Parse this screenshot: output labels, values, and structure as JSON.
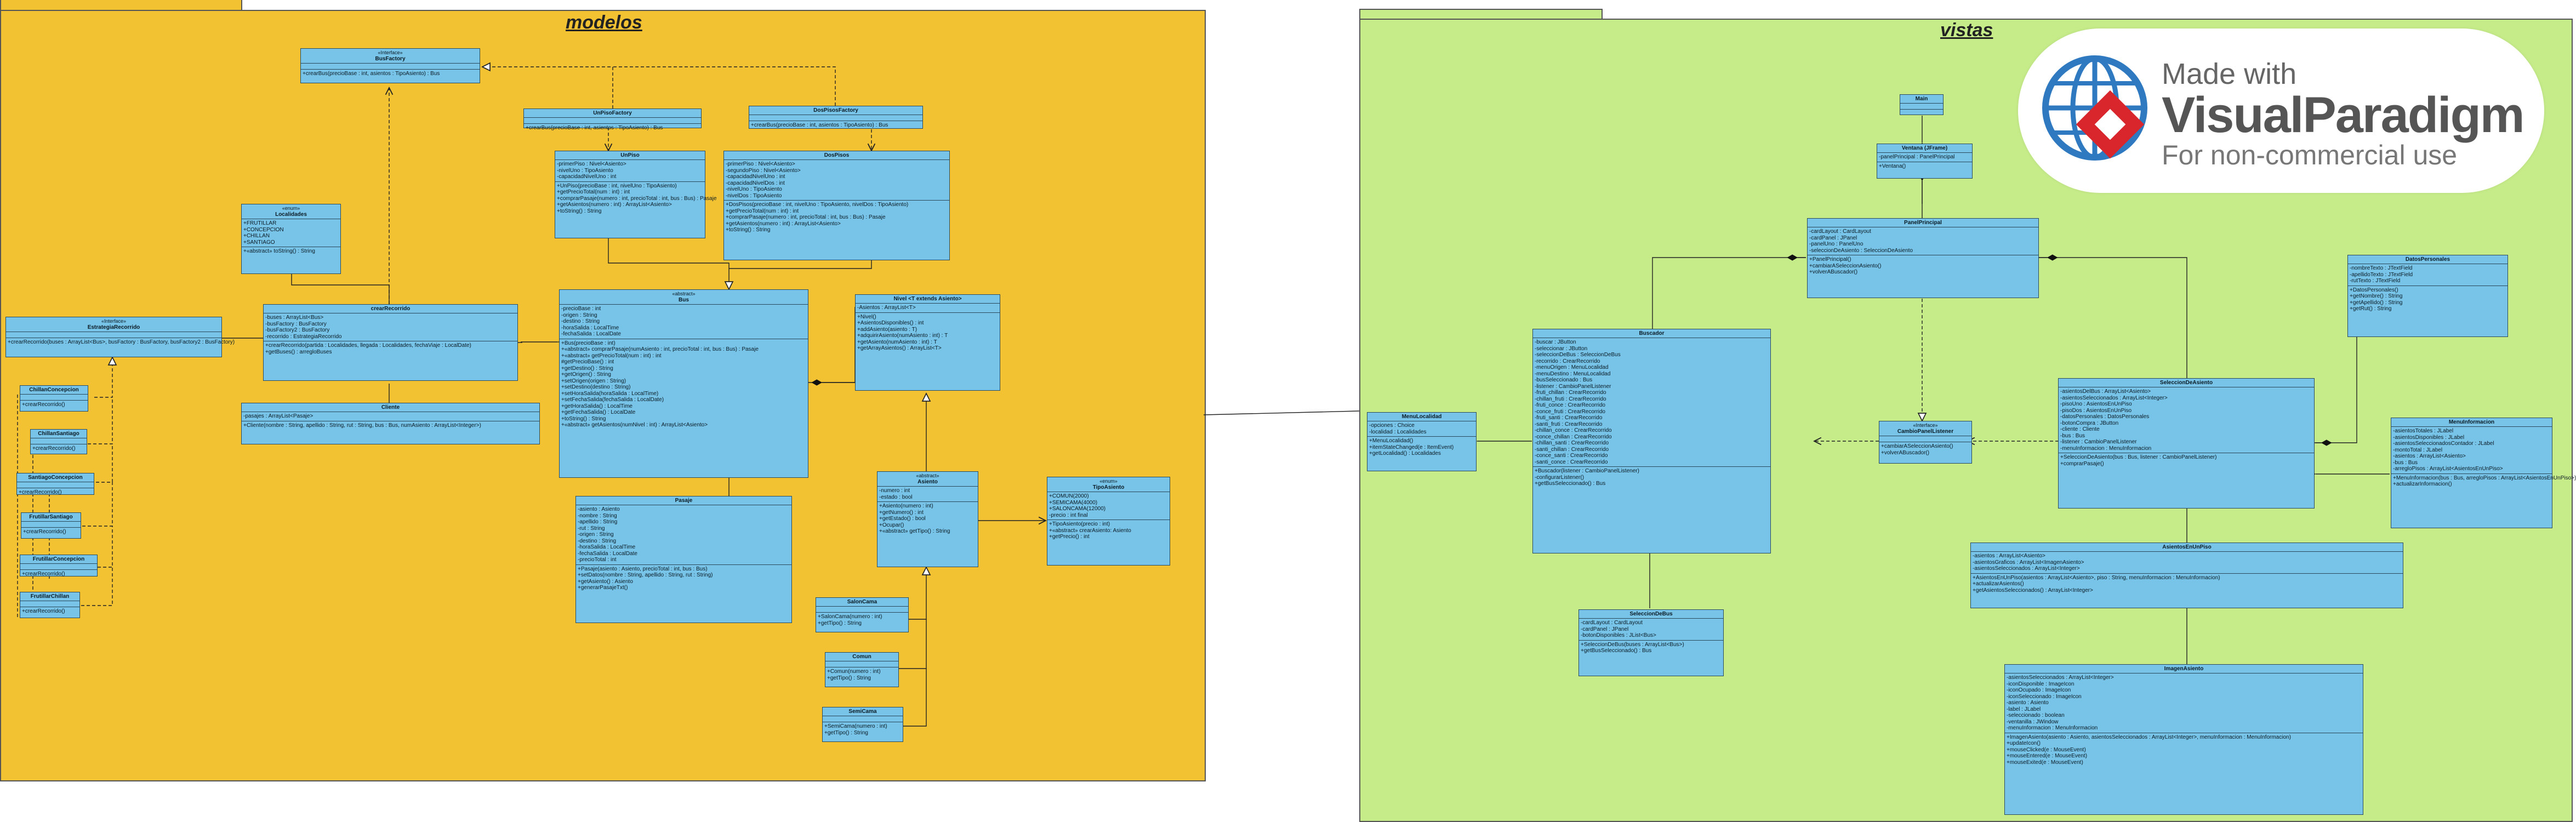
{
  "packages": {
    "modelos": "modelos",
    "vistas": "vistas"
  },
  "colors": {
    "modelos_bg": "#f2c232",
    "vistas_bg": "#c6ec8a",
    "class_fill": "#78c4e8",
    "class_border": "#2b4a5c"
  },
  "watermark": {
    "line1": "Made with",
    "line2": "VisualParadigm",
    "line3": "For non-commercial use"
  },
  "classes": [
    {
      "id": "BusFactory",
      "stereo": "«Interface»",
      "name": "BusFactory",
      "attrs": [],
      "ops": [
        "+crearBus(precioBase : int, asientos : TipoAsiento) : Bus"
      ]
    },
    {
      "id": "UnPisoFactory",
      "stereo": "",
      "name": "UnPisoFactory",
      "attrs": [],
      "ops": [
        "+crearBus(precioBase : int, asientos : TipoAsiento) : Bus"
      ]
    },
    {
      "id": "DosPisosFactory",
      "stereo": "",
      "name": "DosPisosFactory",
      "attrs": [],
      "ops": [
        "+crearBus(precioBase : int, asientos : TipoAsiento) : Bus"
      ]
    },
    {
      "id": "UnPiso",
      "stereo": "",
      "name": "UnPiso",
      "attrs": [
        "-primerPiso : Nivel<Asiento>",
        "-nivelUno : TipoAsiento",
        "-capacidadNivelUno : int"
      ],
      "ops": [
        "+UnPiso(precioBase : int, nivelUno : TipoAsiento)",
        "+getPrecioTotal(num : int) : int",
        "+comprarPasaje(numero : int, precioTotal : int, bus : Bus) : Pasaje",
        "+getAsientos(numero : int) : ArrayList<Asiento>",
        "+toString() : String"
      ]
    },
    {
      "id": "DosPisos",
      "stereo": "",
      "name": "DosPisos",
      "attrs": [
        "-primerPiso : Nivel<Asiento>",
        "-segundoPiso : Nivel<Asiento>",
        "-capacidadNivelUno : int",
        "-capacidadNivelDos : int",
        "-nivelUno : TipoAsiento",
        "-nivelDos : TipoAsiento"
      ],
      "ops": [
        "+DosPisos(precioBase : int, nivelUno : TipoAsiento, nivelDos : TipoAsiento)",
        "+getPrecioTotal(num : int) : int",
        "+comprarPasaje(numero : int, precioTotal : int, bus : Bus) : Pasaje",
        "+getAsientos(numero : int) : ArrayList<Asiento>",
        "+toString() : String"
      ]
    },
    {
      "id": "Localidades",
      "stereo": "«enum»",
      "name": "Localidades",
      "attrs": [
        "+FRUTILLAR",
        "+CONCEPCION",
        "+CHILLAN",
        "+SANTIAGO"
      ],
      "ops": [
        "+«abstract» toString() : String"
      ]
    },
    {
      "id": "EstrategiaRecorrido",
      "stereo": "«Interface»",
      "name": "EstrategiaRecorrido",
      "attrs": [],
      "ops": [
        "+crearRecorrido(buses : ArrayList<Bus>, busFactory : BusFactory, busFactory2 : BusFactory)"
      ]
    },
    {
      "id": "crearRecorrido",
      "stereo": "",
      "name": "crearRecorrido",
      "attrs": [
        "-buses : ArrayList<Bus>",
        "-busFactory : BusFactory",
        "-busFactory2 : BusFactory",
        "-recorrido : EstrategiaRecorrido"
      ],
      "ops": [
        "+crearRecorrido(partida : Localidades, llegada : Localidades, fechaViaje : LocalDate)",
        "+getBuses() : arregloBuses"
      ]
    },
    {
      "id": "Bus",
      "stereo": "«abstract»",
      "name": "Bus",
      "attrs": [
        "-precioBase : int",
        "-origen : String",
        "-destino : String",
        "-horaSalida : LocalTime",
        "-fechaSalida : LocalDate"
      ],
      "ops": [
        "+Bus(precioBase : int)",
        "+«abstract» comprarPasaje(numAsiento : int, precioTotal : int, bus : Bus) : Pasaje",
        "+«abstract» getPrecioTotal(num : int) : int",
        "#getPrecioBase() : int",
        "+getDestino() : String",
        "+getOrigen() : String",
        "+setOrigen(origen : String)",
        "+setDestino(destino : String)",
        "+setHoraSalida(horaSalida : LocalTime)",
        "+setFechaSalida(fechaSalida : LocalDate)",
        "+getHoraSalida() : LocalTime",
        "+getFechaSalida() : LocalDate",
        "+toString() : String",
        "+«abstract» getAsientos(numNivel : int) : ArrayList<Asiento>"
      ]
    },
    {
      "id": "Nivel",
      "stereo": "",
      "name": "Nivel <T extends Asiento>",
      "attrs": [
        "-Asientos : ArrayList<T>"
      ],
      "ops": [
        "+Nivel()",
        "+AsientosDisponibles() : int",
        "+addAsiento(asiento : T)",
        "+adquirirAsiento(numAsiento : int) : T",
        "+getAsiento(numAsiento : int) : T",
        "+getArrayAsientos() : ArrayList<T>"
      ]
    },
    {
      "id": "Cliente",
      "stereo": "",
      "name": "Cliente",
      "attrs": [
        "-pasajes : ArrayList<Pasaje>"
      ],
      "ops": [
        "+Cliente(nombre : String, apellido : String, rut : String, bus : Bus, numAsiento : ArrayList<Integer>)"
      ]
    },
    {
      "id": "ChillanConcepcion",
      "stereo": "",
      "name": "ChillanConcepcion",
      "attrs": [],
      "ops": [
        "+crearRecorrido()"
      ]
    },
    {
      "id": "ChillanSantiago",
      "stereo": "",
      "name": "ChillanSantiago",
      "attrs": [],
      "ops": [
        "+crearRecorrido()"
      ]
    },
    {
      "id": "SantiagoConcepcion",
      "stereo": "",
      "name": "SantiagoConcepcion",
      "attrs": [],
      "ops": [
        "+crearRecorrido()"
      ]
    },
    {
      "id": "FrutillarSantiago",
      "stereo": "",
      "name": "FrutillarSantiago",
      "attrs": [],
      "ops": [
        "+crearRecorrido()"
      ]
    },
    {
      "id": "FrutillarConcepcion",
      "stereo": "",
      "name": "FrutillarConcepcion",
      "attrs": [],
      "ops": [
        "+crearRecorrido()"
      ]
    },
    {
      "id": "FrutillarChillan",
      "stereo": "",
      "name": "FrutillarChillan",
      "attrs": [],
      "ops": [
        "+crearRecorrido()"
      ]
    },
    {
      "id": "Pasaje",
      "stereo": "",
      "name": "Pasaje",
      "attrs": [
        "-asiento : Asiento",
        "-nombre : String",
        "-apellido : String",
        "-rut : String",
        "-origen : String",
        "-destino : String",
        "-horaSalida : LocalTime",
        "-fechaSalida : LocalDate",
        "-precioTotal : int"
      ],
      "ops": [
        "+Pasaje(asiento : Asiento, precioTotal : int, bus : Bus)",
        "+setDatos(nombre : String, apellido : String, rut : String)",
        "+getAsiento() : Asiento",
        "+generarPasajeTxt()"
      ]
    },
    {
      "id": "Asiento",
      "stereo": "«abstract»",
      "name": "Asiento",
      "attrs": [
        "-numero : int",
        "-estado : bool"
      ],
      "ops": [
        "+Asiento(numero : int)",
        "+getNumero() : int",
        "+getEstado() : bool",
        "+Ocupar()",
        "+«abstract» getTipo() : String"
      ]
    },
    {
      "id": "TipoAsiento",
      "stereo": "«enum»",
      "name": "TipoAsiento",
      "attrs": [
        "+COMUN(2000)",
        "+SEMICAMA(4000)",
        "+SALONCAMA(12000)",
        "-precio : int final"
      ],
      "ops": [
        "+TipoAsiento(precio : int)",
        "+«abstract» crearAsiento: Asiento",
        "+getPrecio() : int"
      ]
    },
    {
      "id": "SalonCama",
      "stereo": "",
      "name": "SalonCama",
      "attrs": [],
      "ops": [
        "+SalonCama(numero : int)",
        "+getTipo() : String"
      ]
    },
    {
      "id": "Comun",
      "stereo": "",
      "name": "Comun",
      "attrs": [],
      "ops": [
        "+Comun(numero : int)",
        "+getTipo() : String"
      ]
    },
    {
      "id": "SemiCama",
      "stereo": "",
      "name": "SemiCama",
      "attrs": [],
      "ops": [
        "+SemiCama(numero : int)",
        "+getTipo() : String"
      ]
    },
    {
      "id": "Main",
      "stereo": "",
      "name": "Main",
      "attrs": [],
      "ops": []
    },
    {
      "id": "Ventana",
      "stereo": "",
      "name": "Ventana (JFrame)",
      "attrs": [
        "-panelPrincipal : PanelPrincipal"
      ],
      "ops": [
        "+Ventana()"
      ]
    },
    {
      "id": "PanelPrincipal",
      "stereo": "",
      "name": "PanelPrincipal",
      "attrs": [
        "-cardLayout : CardLayout",
        "-cardPanel : JPanel",
        "-panelUno : PanelUno",
        "-seleccionDeAsiento : SeleccionDeAsiento"
      ],
      "ops": [
        "+PanelPrincipal()",
        "+cambiarASeleccionAsiento()",
        "+volverABuscador()"
      ]
    },
    {
      "id": "DatosPersonales",
      "stereo": "",
      "name": "DatosPersonales",
      "attrs": [
        "-nombreTexto : JTextField",
        "-apellidoTexto : JTextField",
        "-rutTexto : JTextField"
      ],
      "ops": [
        "+DatosPersonales()",
        "+getNombre() : String",
        "+getApellido() : String",
        "+getRut() : String"
      ]
    },
    {
      "id": "MenuLocalidad",
      "stereo": "",
      "name": "MenuLocalidad",
      "attrs": [
        "-opciones : Choice",
        "-localidad : Localidades"
      ],
      "ops": [
        "+MenuLocalidad()",
        "+itemStateChanged(e : ItemEvent)",
        "+getLocalidad() : Localidades"
      ]
    },
    {
      "id": "Buscador",
      "stereo": "",
      "name": "Buscador",
      "attrs": [
        "-buscar : JButton",
        "-seleccionar : JButton",
        "-seleccionDeBus : SeleccionDeBus",
        "-recorrido : CrearRecorrido",
        "-menuOrigen : MenuLocalidad",
        "-menuDestino : MenuLocalidad",
        "-busSeleccionado : Bus",
        "-listener : CambioPanelListener",
        "-fruti_chillan : CrearRecorrido",
        "-chillan_fruti : CrearRecorrido",
        "-fruti_conce : CrearRecorrido",
        "-conce_fruti : CrearRecorrido",
        "-fruti_santi : CrearRecorrido",
        "-santi_fruti : CrearRecorrido",
        "-chillan_conce : CrearRecorrido",
        "-conce_chillan : CrearRecorrido",
        "-chillan_santi : CrearRecorrido",
        "-santi_chillan : CrearRecorrido",
        "-conce_santi : CrearRecorrido",
        "-santi_conce : CrearRecorrido"
      ],
      "ops": [
        "+Buscador(listener : CambioPanelListener)",
        "-configurarListener()",
        "+getBusSeleccionado() : Bus"
      ]
    },
    {
      "id": "CambioPanelListener",
      "stereo": "«Interface»",
      "name": "CambioPanelListener",
      "attrs": [],
      "ops": [
        "+cambiarASeleccionAsiento()",
        "+volverABuscador()"
      ]
    },
    {
      "id": "SeleccionDeBus",
      "stereo": "",
      "name": "SeleccionDeBus",
      "attrs": [
        "-cardLayout : CardLayout",
        "-cardPanel : JPanel",
        "-botonDisponibles : JList<Bus>"
      ],
      "ops": [
        "+SeleccionDeBus(buses : ArrayList<Bus>)",
        "+getBusSeleccionado() : Bus"
      ]
    },
    {
      "id": "SeleccionDeAsiento",
      "stereo": "",
      "name": "SeleccionDeAsiento",
      "attrs": [
        "-asientosDelBus : ArrayList<Asiento>",
        "-asientosSeleccionados : ArrayList<Integer>",
        "-pisoUno : AsientosEnUnPiso",
        "-pisoDos : AsientosEnUnPiso",
        "-datosPersonales : DatosPersonales",
        "-botonCompra : JButton",
        "-cliente : Cliente",
        "-bus : Bus",
        "-listener : CambioPanelListener",
        "-menuInformacion : MenuInformacion"
      ],
      "ops": [
        "+SeleccionDeAsiento(bus : Bus, listener : CambioPanelListener)",
        "+comprarPasaje()"
      ]
    },
    {
      "id": "MenuInformacion",
      "stereo": "",
      "name": "MenuInformacion",
      "attrs": [
        "-asientosTotales : JLabel",
        "-asientosDisponibles : JLabel",
        "-asientosSeleccionadosContador : JLabel",
        "-montoTotal : JLabel",
        "-asientos : ArrayList<Asiento>",
        "-bus : Bus",
        "-arregloPisos : ArrayList<AsientosEnUnPiso>"
      ],
      "ops": [
        "+MenuInformacion(bus : Bus, arregloPisos : ArrayList<AsientosEnUnPiso>)",
        "+actualizarInformacion()"
      ]
    },
    {
      "id": "AsientosEnUnPiso",
      "stereo": "",
      "name": "AsientosEnUnPiso",
      "attrs": [
        "-asientos : ArrayList<Asiento>",
        "-asientosGraficos : ArrayList<ImagenAsiento>",
        "-asientosSeleccionados : ArrayList<Integer>"
      ],
      "ops": [
        "+AsientosEnUnPiso(asientos : ArrayList<Asiento>, piso : String, menuInformacion : MenuInformacion)",
        "+actualizarAsientos()",
        "+getAsientosSeleccionados() : ArrayList<Integer>"
      ]
    },
    {
      "id": "ImagenAsiento",
      "stereo": "",
      "name": "ImagenAsiento",
      "attrs": [
        "-asientosSeleccionados : ArrayList<Integer>",
        "-iconDisponible : ImageIcon",
        "-iconOcupado : ImageIcon",
        "-iconSeleccionado : ImageIcon",
        "-asiento : Asiento",
        "-label : JLabel",
        "-seleccionado : boolean",
        "-ventanilla : JWindow",
        "-menuInformacion : MenuInformacion"
      ],
      "ops": [
        "+ImagenAsiento(asiento : Asiento, asientosSeleccionados : ArrayList<Integer>, menuInformacion : MenuInformacion)",
        "+updateIcon()",
        "+mouseClicked(e : MouseEvent)",
        "+mouseEntered(e : MouseEvent)",
        "+mouseExited(e : MouseEvent)"
      ]
    }
  ]
}
